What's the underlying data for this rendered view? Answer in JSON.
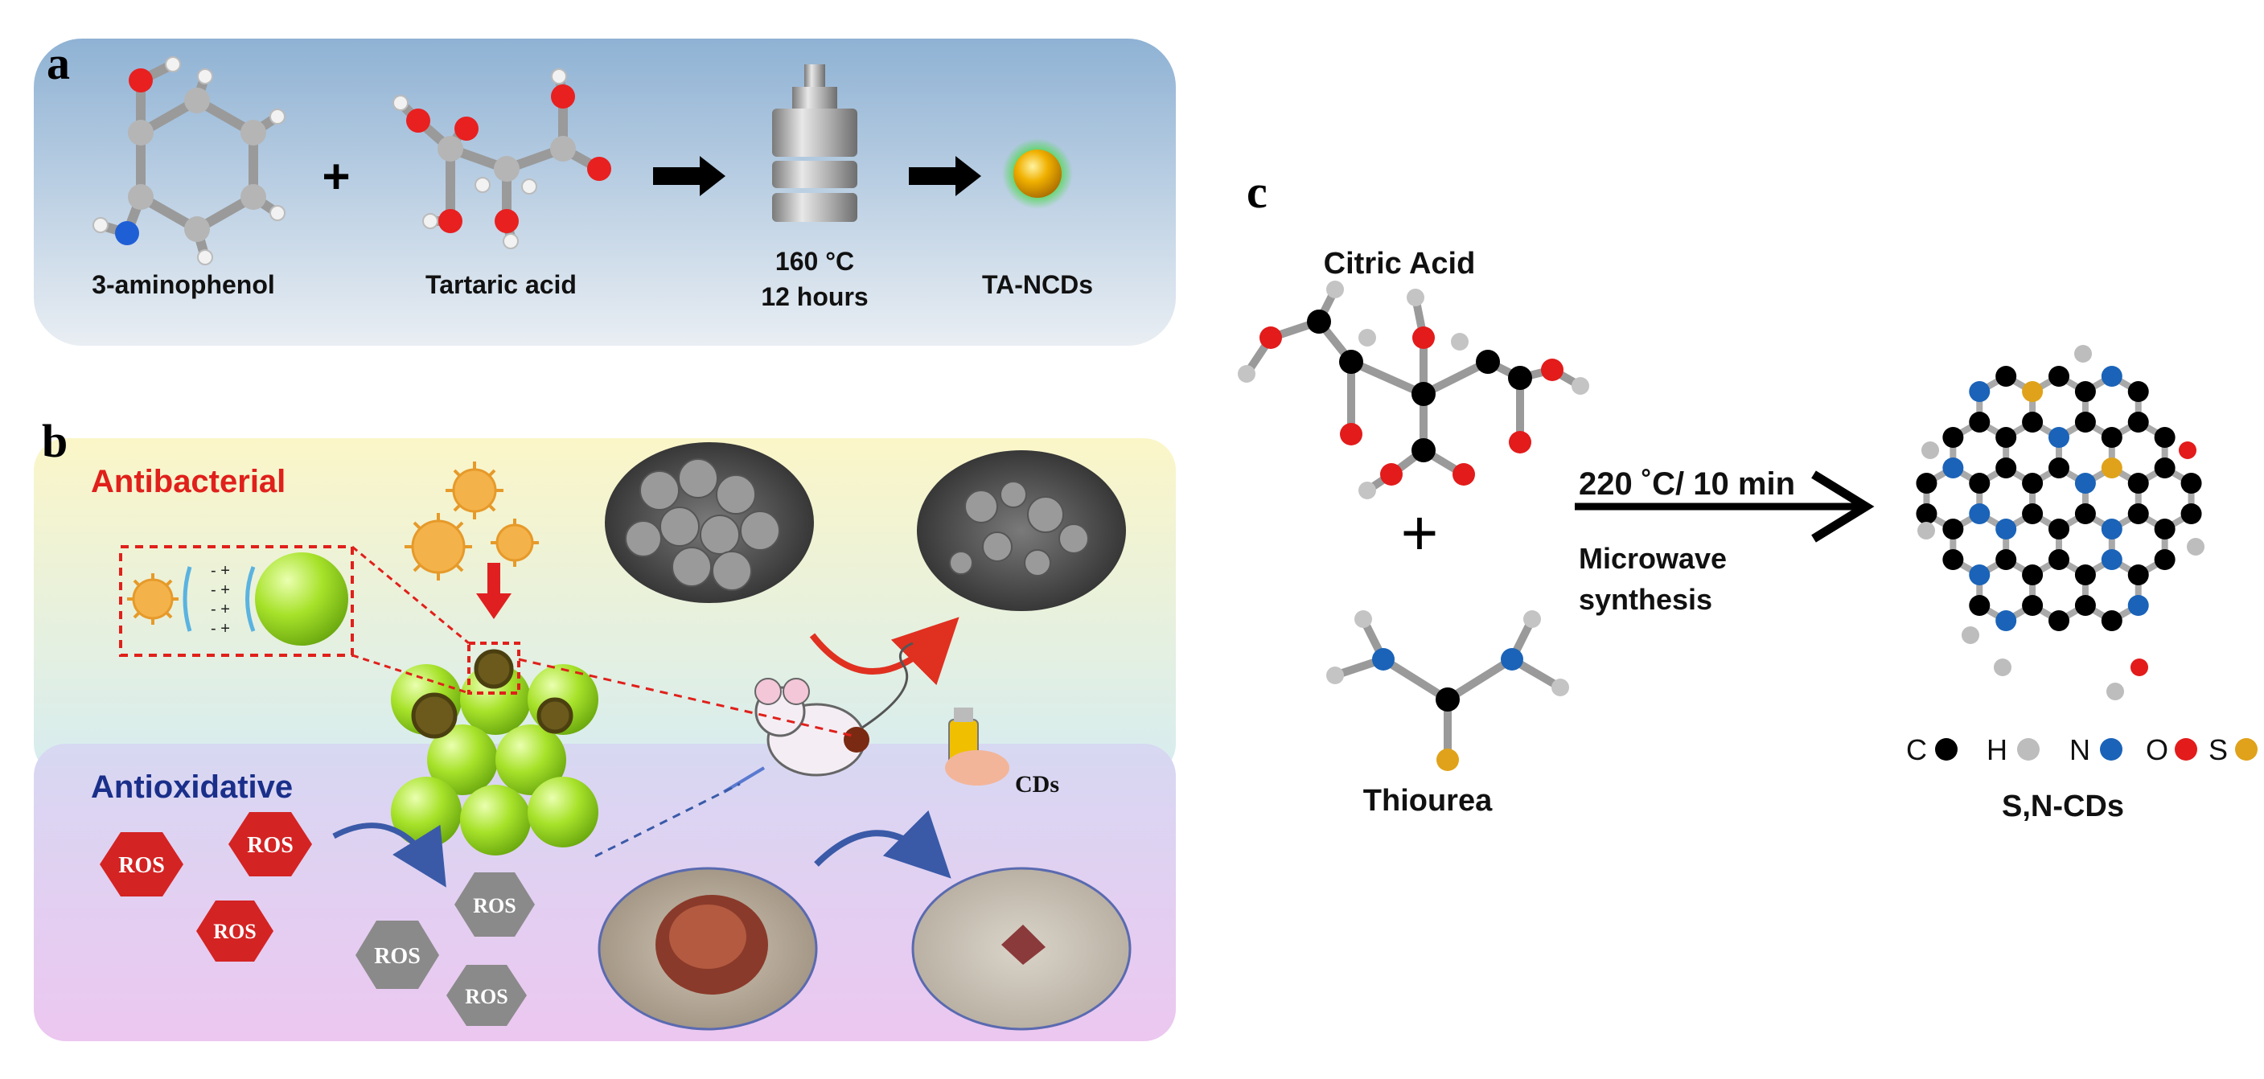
{
  "panel_a": {
    "letter": "a",
    "plus": "+",
    "reactant1": "3-aminophenol",
    "reactant2": "Tartaric acid",
    "temperature": "160 °C",
    "duration": "12 hours",
    "product": "TA-NCDs"
  },
  "panel_b": {
    "letter": "b",
    "charges": [
      "- +",
      "- +",
      "- +",
      "- +"
    ],
    "antibacterial": "Antibacterial",
    "antioxidative": "Antioxidative",
    "ros_label": "ROS",
    "cds_label": "CDs"
  },
  "panel_c": {
    "letter": "c",
    "citric_acid": "Citric Acid",
    "plus": "+",
    "thiourea": "Thiourea",
    "conditions": "220 ˚C/ 10 min",
    "method_line1": "Microwave",
    "method_line2": "synthesis",
    "product": "S,N-CDs",
    "legend": [
      {
        "symbol": "C",
        "color": "#000000"
      },
      {
        "symbol": "H",
        "color": "#bdbdbd"
      },
      {
        "symbol": "N",
        "color": "#1a63b8"
      },
      {
        "symbol": "O",
        "color": "#e31b1b"
      },
      {
        "symbol": "S",
        "color": "#e0a21a"
      }
    ]
  },
  "colors": {
    "panel_a_bg": "#a9c3dd",
    "antibacterial_text": "#e0201b",
    "antioxidative_text": "#1a2f8a",
    "ros_red": "#d42323",
    "ros_gray": "#8a8a8a",
    "cd_green": "#9be11b"
  }
}
